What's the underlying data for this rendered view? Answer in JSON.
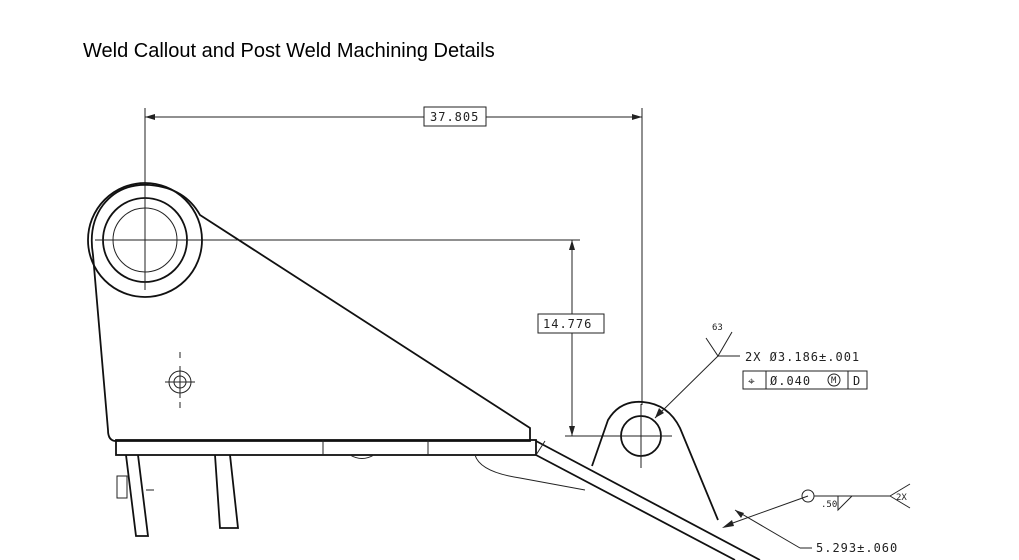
{
  "page": {
    "title": "Weld Callout and Post Weld Machining Details"
  },
  "dimensions": {
    "overall_length": "37.805",
    "height": "14.776",
    "surface_finish": "63",
    "hole_spec": "2X Ø3.186±.001",
    "fcf_symbol": "⌖",
    "fcf_tolerance": "Ø.040",
    "fcf_modifier": "M",
    "fcf_datum": "D",
    "weld_size": ".50",
    "weld_count": "2X",
    "location": "5.293±.060"
  }
}
